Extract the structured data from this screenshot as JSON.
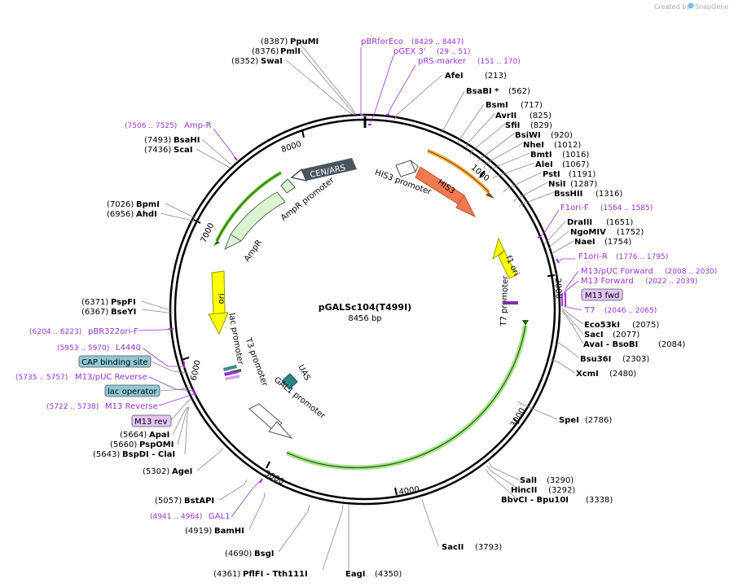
{
  "credit": {
    "prefix": "Created by",
    "brand": "SnapGene"
  },
  "plasmid": {
    "name": "pGALSc104(T499I)",
    "size": "8456 bp"
  },
  "ticks": [
    "1000",
    "2000",
    "3000",
    "4000",
    "5000",
    "6000",
    "7000",
    "8000"
  ],
  "features": {
    "cen_ars": "CEN/ARS",
    "his3": "HIS3",
    "his3_promoter": "HIS3 promoter",
    "ampr": "AmpR",
    "ampr_promoter": "AmpR promoter",
    "ori": "ori",
    "f1_ori": "f1 ori",
    "t7_promoter": "T7 promoter",
    "lac_promoter": "lac promoter",
    "t3_promoter": "T3 promoter",
    "uas": "UAS",
    "gal1_promoter": "GAL1 promoter"
  },
  "boxes": {
    "m13_fwd": "M13 fwd",
    "cap": "CAP binding site",
    "lac_operator": "lac operator",
    "m13_rev": "M13 rev"
  },
  "sites": [
    {
      "pos": "(8387)",
      "name": "PpuMI"
    },
    {
      "pos": "(8376)",
      "name": "PmlI"
    },
    {
      "pos": "(8352)",
      "name": "SwaI"
    },
    {
      "pos": "(213)",
      "name": "AfeI"
    },
    {
      "pos": "(562)",
      "name": "BsaBI *"
    },
    {
      "pos": "(717)",
      "name": "BsmI"
    },
    {
      "pos": "(825)",
      "name": "AvrII"
    },
    {
      "pos": "(829)",
      "name": "SfiI"
    },
    {
      "pos": "(920)",
      "name": "BsiWI"
    },
    {
      "pos": "(1012)",
      "name": "NheI"
    },
    {
      "pos": "(1016)",
      "name": "BmtI"
    },
    {
      "pos": "(1067)",
      "name": "AleI"
    },
    {
      "pos": "(1191)",
      "name": "PstI"
    },
    {
      "pos": "(1287)",
      "name": "NsiI"
    },
    {
      "pos": "(1316)",
      "name": "BssHII"
    },
    {
      "pos": "(1651)",
      "name": "DraIII"
    },
    {
      "pos": "(1752)",
      "name": "NgoMIV"
    },
    {
      "pos": "(1754)",
      "name": "NaeI"
    },
    {
      "pos": "(2075)",
      "name": "Eco53kI"
    },
    {
      "pos": "(2077)",
      "name": "SacI"
    },
    {
      "pos": "(2084)",
      "name": "AvaI - BsoBI"
    },
    {
      "pos": "(2303)",
      "name": "Bsu36I"
    },
    {
      "pos": "(2480)",
      "name": "XcmI"
    },
    {
      "pos": "(2786)",
      "name": "SpeI"
    },
    {
      "pos": "(3290)",
      "name": "SalI"
    },
    {
      "pos": "(3292)",
      "name": "HincII"
    },
    {
      "pos": "(3338)",
      "name": "BbvCI - Bpu10I"
    },
    {
      "pos": "(3793)",
      "name": "SacII"
    },
    {
      "pos": "(4350)",
      "name": "EagI"
    },
    {
      "pos": "(4361)",
      "name": "PflFI - Tth111I"
    },
    {
      "pos": "(4690)",
      "name": "BsgI"
    },
    {
      "pos": "(4919)",
      "name": "BamHI"
    },
    {
      "pos": "(5057)",
      "name": "BstAPI"
    },
    {
      "pos": "(5302)",
      "name": "AgeI"
    },
    {
      "pos": "(5643)",
      "name": "BspDI - ClaI"
    },
    {
      "pos": "(5660)",
      "name": "PspOMI"
    },
    {
      "pos": "(5664)",
      "name": "ApaI"
    },
    {
      "pos": "(6367)",
      "name": "BseYI"
    },
    {
      "pos": "(6371)",
      "name": "PspFI"
    },
    {
      "pos": "(6956)",
      "name": "AhdI"
    },
    {
      "pos": "(7026)",
      "name": "BpmI"
    },
    {
      "pos": "(7436)",
      "name": "ScaI"
    },
    {
      "pos": "(7493)",
      "name": "BsaHI"
    }
  ],
  "primers": [
    {
      "name": "pBRforEco",
      "range": "(8429 .. 8447)"
    },
    {
      "name": "pGEX 3'",
      "range": "(29 .. 51)"
    },
    {
      "name": "pRS-marker",
      "range": "(151 .. 170)"
    },
    {
      "name": "F1ori-F",
      "range": "(1564 .. 1585)"
    },
    {
      "name": "F1ori-R",
      "range": "(1776 .. 1795)"
    },
    {
      "name": "M13/pUC Forward",
      "range": "(2008 .. 2030)"
    },
    {
      "name": "M13 Forward",
      "range": "(2022 .. 2039)"
    },
    {
      "name": "T7",
      "range": "(2046 .. 2065)"
    },
    {
      "name": "GAL1",
      "range": "(4941 .. 4964)"
    },
    {
      "name": "Amp-R",
      "range": "(7506 .. 7525)"
    },
    {
      "name": "pBR322ori-F",
      "range": "(6204 .. 6223)"
    },
    {
      "name": "L4440",
      "range": "(5953 .. 5970)"
    },
    {
      "name": "M13/pUC Reverse",
      "range": "(5735 .. 5757)"
    },
    {
      "name": "M13 Reverse",
      "range": "(5722 .. 5738)"
    }
  ]
}
